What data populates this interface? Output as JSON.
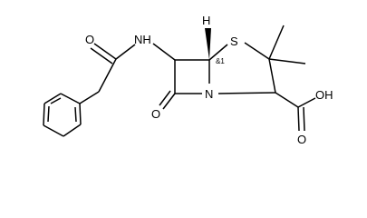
{
  "molecule": {
    "atoms": {
      "carbonyl_oxygen_amide": "O",
      "amide_nitrogen": "NH",
      "beta_lactam_oxygen": "O",
      "ring_nitrogen": "N",
      "sulfur": "S",
      "stereo_hydrogen": "H",
      "acid_group": "OH",
      "acid_oxygen": "O"
    },
    "stereo_label": "&1"
  }
}
